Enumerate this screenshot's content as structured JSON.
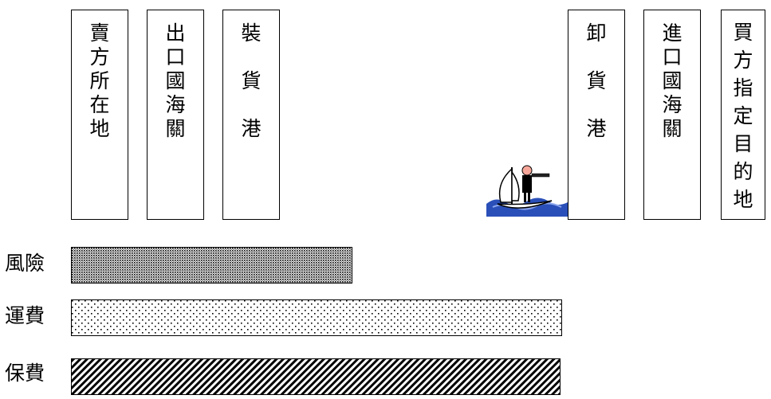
{
  "locations": [
    {
      "label": "賣\n方\n所\n在\n地"
    },
    {
      "label": "出\n口\n國\n海\n關"
    },
    {
      "label": "裝\n\n貨\n\n港"
    },
    {
      "label": "卸\n\n貨\n\n港"
    },
    {
      "label": "進\n口\n國\n海\n關"
    },
    {
      "label": "買\n方\n指\n定\n目\n的\n地"
    }
  ],
  "bars": [
    {
      "label": "風險",
      "pattern": "dense-dot",
      "extent": "賣方所在地 to 裝貨港"
    },
    {
      "label": "運費",
      "pattern": "sparse-dot",
      "extent": "賣方所在地 to 卸貨港"
    },
    {
      "label": "保費",
      "pattern": "diagonal-stripes",
      "extent": "賣方所在地 to 卸貨港"
    }
  ],
  "icons": {
    "ship": "sailboat-lookout-icon"
  },
  "colors": {
    "border": "#000000",
    "sea": "#2a4fb8",
    "sail": "#ffffff"
  }
}
